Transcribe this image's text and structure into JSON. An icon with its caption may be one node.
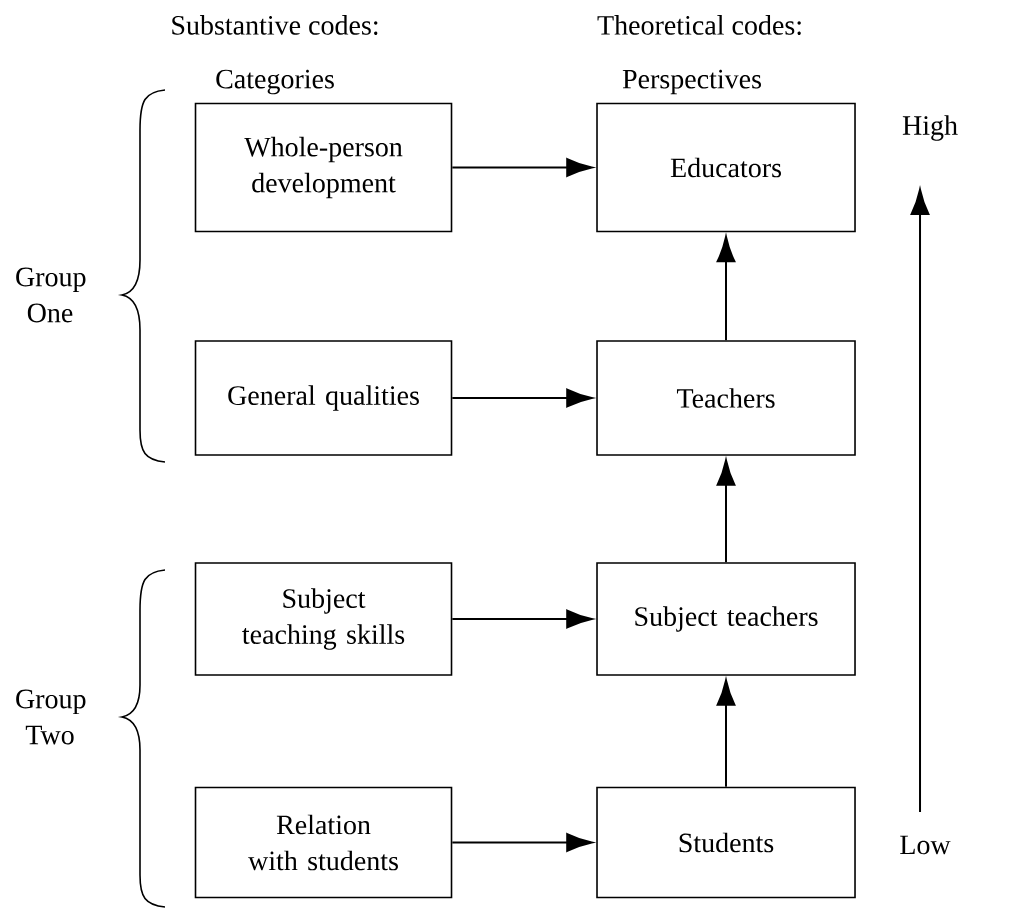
{
  "diagram": {
    "nodes": [
      {
        "text": [
          "Whole-person development"
        ]
      },
      {
        "text": [
          "Educators"
        ]
      },
      {
        "text": [
          "General qualities"
        ]
      },
      {
        "text": [
          "Teachers"
        ]
      },
      {
        "text": [
          "Subject teaching skills"
        ]
      },
      {
        "text": [
          "Subject teachers"
        ]
      },
      {
        "text": [
          "Relation with students"
        ]
      },
      {
        "text": [
          "Students"
        ]
      }
    ],
    "edges": [
      {
        "from": 0,
        "to": 1,
        "arrow": "to"
      },
      {
        "from": 2,
        "to": 3,
        "arrow": "to"
      },
      {
        "from": 4,
        "to": 5,
        "arrow": "to"
      },
      {
        "from": 6,
        "to": 7,
        "arrow": "to"
      },
      {
        "from": 3,
        "to": 1,
        "arrow": "to"
      },
      {
        "from": 5,
        "to": 3,
        "arrow": "to"
      },
      {
        "from": 7,
        "to": 5,
        "arrow": "to"
      }
    ],
    "labels": [
      "Substantive codes:",
      "Theoretical codes:",
      "Categories",
      "Perspectives",
      "High",
      "Group One",
      "Group Two",
      "Low"
    ]
  }
}
